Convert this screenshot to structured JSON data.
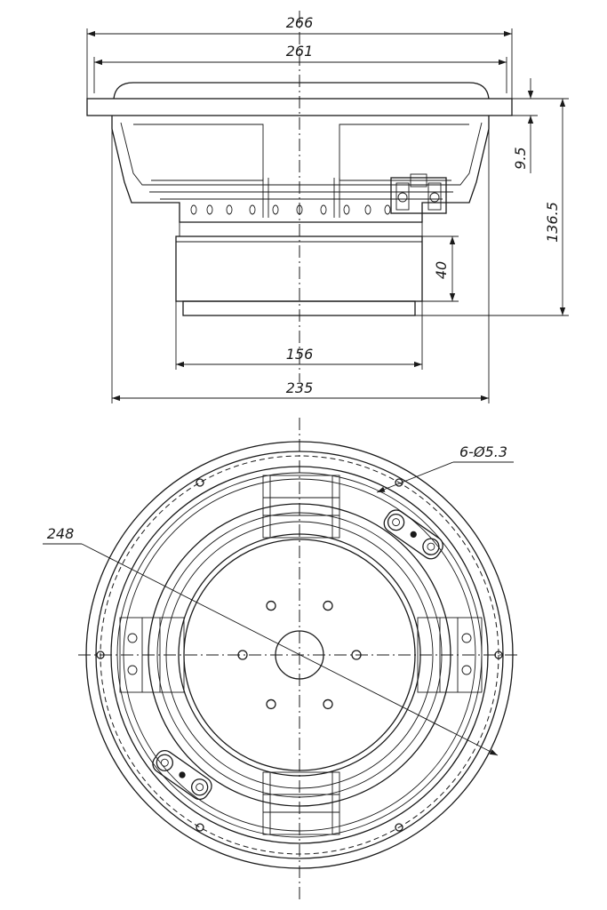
{
  "dimensions": {
    "overall_diameter": "266",
    "flange_diameter": "261",
    "frame_diameter": "235",
    "magnet_diameter": "156",
    "magnet_height": "40",
    "flange_thickness": "9.5",
    "total_depth": "136.5",
    "bolt_circle": "248",
    "mounting_holes": "6-Ø5.3"
  }
}
